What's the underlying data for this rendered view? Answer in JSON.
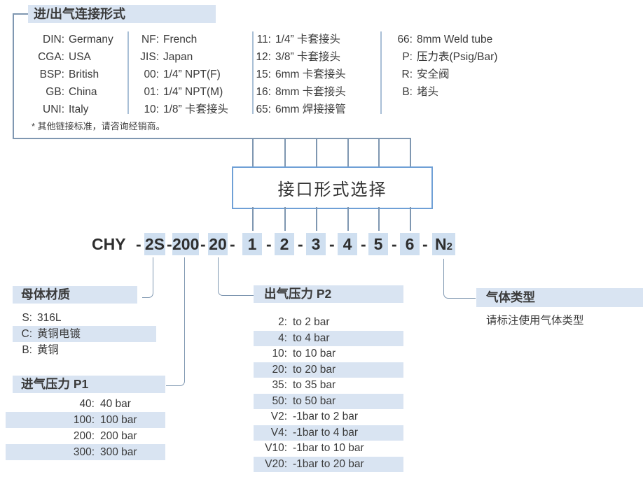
{
  "colors": {
    "row_highlight": "#d9e4f2",
    "code_highlight": "#cfdff0",
    "connector_line": "#7f97b1",
    "box_border": "#6fa0d6",
    "text": "#3a3a3a"
  },
  "connection": {
    "title": "进/出气连接形式",
    "note": "* 其他链接标准，请咨询经销商。",
    "col1": [
      {
        "k": "DIN:",
        "v": "Germany"
      },
      {
        "k": "CGA:",
        "v": "USA"
      },
      {
        "k": "BSP:",
        "v": "British"
      },
      {
        "k": "GB:",
        "v": "China"
      },
      {
        "k": "UNI:",
        "v": "Italy"
      }
    ],
    "col2": [
      {
        "k": "NF:",
        "v": "French"
      },
      {
        "k": "JIS:",
        "v": "Japan"
      },
      {
        "k": "00:",
        "v": "1/4” NPT(F)"
      },
      {
        "k": "01:",
        "v": "1/4” NPT(M)"
      },
      {
        "k": "10:",
        "v": "1/8”  卡套接头"
      }
    ],
    "col3": [
      {
        "k": "11:",
        "v": "1/4”  卡套接头"
      },
      {
        "k": "12:",
        "v": "3/8”  卡套接头"
      },
      {
        "k": "15:",
        "v": "6mm 卡套接头"
      },
      {
        "k": "16:",
        "v": "8mm 卡套接头"
      },
      {
        "k": "65:",
        "v": "6mm 焊接接管"
      }
    ],
    "col4": [
      {
        "k": "66:",
        "v": "8mm Weld tube"
      },
      {
        "k": "P:",
        "v": "压力表(Psig/Bar)"
      },
      {
        "k": "R:",
        "v": "安全阀"
      },
      {
        "k": "B:",
        "v": "堵头"
      }
    ]
  },
  "interface_box": {
    "label": "接口形式选择"
  },
  "code": {
    "prefix": "CHY",
    "dash": "-",
    "s2s": "2S",
    "s200": "200",
    "s20": "20",
    "s1": "1",
    "s2": "2",
    "s3": "3",
    "s4": "4",
    "s5": "5",
    "s6": "6",
    "sn": "N",
    "sn_sub": "2"
  },
  "body_material": {
    "title": "母体材质",
    "rows": [
      {
        "k": "S:",
        "v": "316L"
      },
      {
        "k": "C:",
        "v": "黄铜电镀"
      },
      {
        "k": "B:",
        "v": "黄铜"
      }
    ]
  },
  "inlet_pressure": {
    "title": "进气压力 P1",
    "rows": [
      {
        "k": "40:",
        "v": "40 bar"
      },
      {
        "k": "100:",
        "v": "100 bar"
      },
      {
        "k": "200:",
        "v": "200 bar"
      },
      {
        "k": "300:",
        "v": "300 bar"
      }
    ]
  },
  "outlet_pressure": {
    "title": "出气压力 P2",
    "rows": [
      {
        "k": "2:",
        "v": "to 2 bar"
      },
      {
        "k": "4:",
        "v": "to 4 bar"
      },
      {
        "k": "10:",
        "v": "to 10 bar"
      },
      {
        "k": "20:",
        "v": "to 20 bar"
      },
      {
        "k": "35:",
        "v": "to 35 bar"
      },
      {
        "k": "50:",
        "v": "to 50 bar"
      },
      {
        "k": "V2:",
        "v": "-1bar to 2 bar"
      },
      {
        "k": "V4:",
        "v": "-1bar to 4 bar"
      },
      {
        "k": "V10:",
        "v": "-1bar to 10 bar"
      },
      {
        "k": "V20:",
        "v": "-1bar to 20 bar"
      }
    ]
  },
  "gas_type": {
    "title": "气体类型",
    "note": "请标注使用气体类型"
  }
}
